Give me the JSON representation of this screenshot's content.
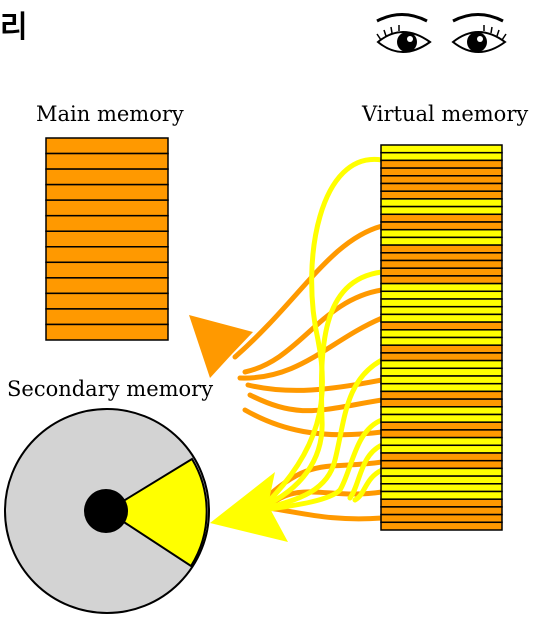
{
  "title_fragment": "리",
  "labels": {
    "main_memory": "Main memory",
    "virtual_memory": "Virtual memory",
    "secondary_memory": "Secondary memory"
  },
  "icons": {
    "eyes": "eyes-icon"
  },
  "colors": {
    "orange": "#ff9900",
    "yellow": "#ffff00",
    "disk_gray": "#d3d3d3",
    "hub_black": "#000000"
  },
  "main_memory_pages": [
    "orange",
    "orange",
    "orange",
    "orange",
    "orange",
    "orange",
    "orange",
    "orange",
    "orange",
    "orange",
    "orange",
    "orange",
    "orange"
  ],
  "virtual_memory_pages": [
    "yellow",
    "yellow",
    "orange",
    "orange",
    "orange",
    "orange",
    "orange",
    "yellow",
    "yellow",
    "orange",
    "orange",
    "yellow",
    "yellow",
    "orange",
    "orange",
    "orange",
    "orange",
    "orange",
    "yellow",
    "yellow",
    "yellow",
    "yellow",
    "yellow",
    "orange",
    "yellow",
    "yellow",
    "orange",
    "orange",
    "yellow",
    "yellow",
    "yellow",
    "yellow",
    "orange",
    "orange",
    "yellow",
    "yellow",
    "orange",
    "orange",
    "yellow",
    "yellow",
    "orange",
    "orange",
    "yellow",
    "yellow",
    "yellow",
    "yellow",
    "orange",
    "orange",
    "orange",
    "orange"
  ]
}
